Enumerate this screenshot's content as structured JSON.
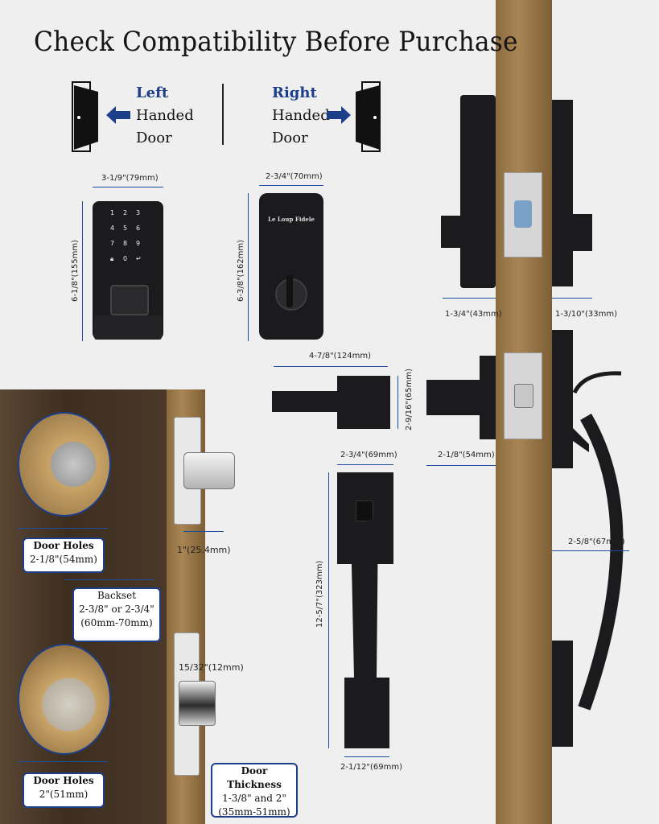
{
  "title": "Check Compatibility Before Purchase",
  "left_door": {
    "line1": "Left",
    "line2": "Handed",
    "line3": "Door"
  },
  "right_door": {
    "line1": "Right",
    "line2": "Handed",
    "line3": "Door"
  },
  "keypad_lock": {
    "width_label": "3-1/9\"(79mm)",
    "height_label": "6-1/8\"(155mm)",
    "keys": [
      "1",
      "2",
      "3",
      "4",
      "5",
      "6",
      "7",
      "8",
      "9",
      "0"
    ]
  },
  "interior_lock": {
    "brand": "Le Loup Fidele",
    "width_label": "2-3/4\"(70mm)",
    "height_label": "6-3/8\"(162mm)"
  },
  "side_view": {
    "left_label": "1-3/4\"(43mm)",
    "right_label": "1-3/10\"(33mm)"
  },
  "lever": {
    "length_label": "4-7/8\"(124mm)",
    "height_label": "2-9/16\"(65mm)"
  },
  "latch_side": {
    "label": "2-1/8\"(54mm)"
  },
  "handle": {
    "top_width_label": "2-3/4\"(69mm)",
    "height_label": "12-5/7\"(323mm)",
    "bottom_width_label": "2-1/12\"(69mm)"
  },
  "handle_depth": {
    "label": "2-5/8\"(67mm)"
  },
  "latch": {
    "depth_label": "1\"(25.4mm)"
  },
  "strike": {
    "label": "15/32\"(12mm)"
  },
  "boxes": {
    "door_holes_top": {
      "line1": "Door Holes",
      "line2": "2-1/8\"(54mm)"
    },
    "backset": {
      "line1": "Backset",
      "line2": "2-3/8\" or 2-3/4\"",
      "line3": "(60mm-70mm)"
    },
    "door_holes_bottom": {
      "line1": "Door Holes",
      "line2": "2\"(51mm)"
    },
    "door_thickness": {
      "line1": "Door Thickness",
      "line2": "1-3/8\" and 2\"",
      "line3": "(35mm-51mm)"
    }
  },
  "colors": {
    "accent": "#1d3f8a",
    "wood": "#a98554",
    "hardware": "#1b1b1d"
  }
}
